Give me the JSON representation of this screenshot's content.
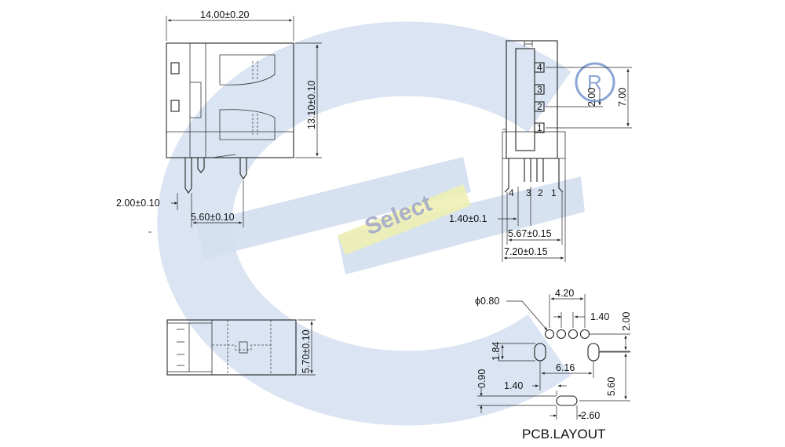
{
  "colors": {
    "line": "#222222",
    "watermark_blue": "#cfdcef",
    "watermark_yellow": "#eef0b4",
    "brand_text": "#9aa0b8"
  },
  "watermark": {
    "brand": "Select",
    "registered_mark": "R"
  },
  "side_view": {
    "width_dim": "14.00±0.20",
    "height_dim": "13.10±0.10",
    "pin_offset_dim": "2.00±0.10",
    "pin_pitch_dim": "5.60±0.10"
  },
  "front_view": {
    "pin_numbers": [
      "4",
      "3",
      "2",
      "1"
    ],
    "pitch_dim": "2.00",
    "height_dim": "7.00",
    "pin_span_dim": "1.40±0.1",
    "inner_width_dim": "5.67±0.15",
    "outer_width_dim": "7.20±0.15"
  },
  "top_view": {
    "height_dim": "5.70±0.10"
  },
  "pcb_layout": {
    "title": "PCB.LAYOUT",
    "hole_dia": "ϕ0.80",
    "dims": {
      "d420": "4.20",
      "d140a": "1.40",
      "d200": "2.00",
      "d184": "1.84",
      "d616": "6.16",
      "d560": "5.60",
      "d090": "0.90",
      "d140b": "1.40",
      "d260": "2.60"
    }
  }
}
